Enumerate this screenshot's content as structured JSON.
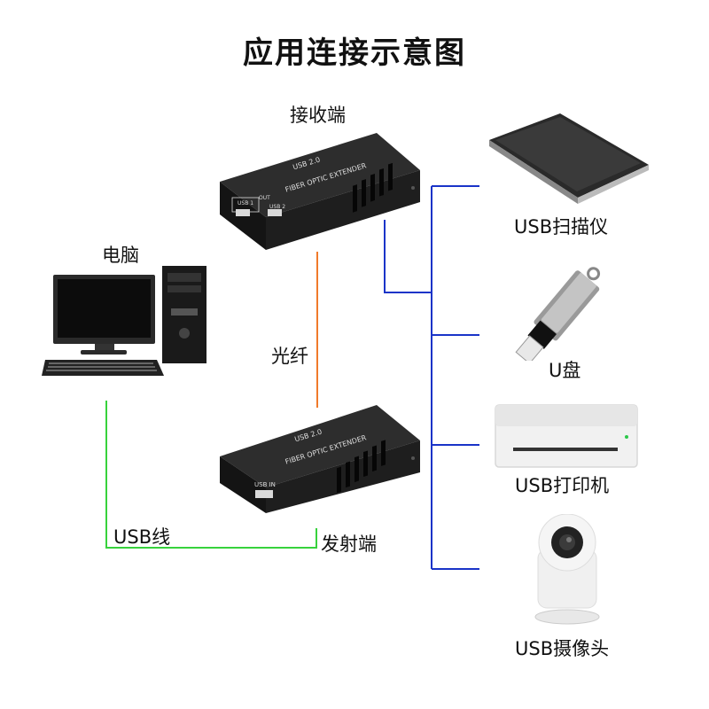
{
  "title": "应用连接示意图",
  "labels": {
    "receiver": "接收端",
    "computer": "电脑",
    "fiber": "光纤",
    "transmitter": "发射端",
    "usb_cable": "USB线"
  },
  "receiver_unit": {
    "model_top": "USB 2.0",
    "model_sub": "FIBER OPTIC EXTENDER",
    "port_group": "OUT",
    "port1": "USB 1",
    "port2": "USB 2"
  },
  "transmitter_unit": {
    "model_top": "USB 2.0",
    "model_sub": "FIBER OPTIC EXTENDER",
    "port": "USB IN"
  },
  "devices": [
    {
      "label": "USB扫描仪",
      "icon": "scanner-icon"
    },
    {
      "label": "U盘",
      "icon": "usb-flash-drive-icon"
    },
    {
      "label": "USB打印机",
      "icon": "printer-icon"
    },
    {
      "label": "USB摄像头",
      "icon": "camera-icon"
    }
  ],
  "colors": {
    "usb_bus": "#1a34c8",
    "fiber": "#f07a2a",
    "usb_cable": "#37d23c",
    "device_body": "#1b1b1b"
  }
}
